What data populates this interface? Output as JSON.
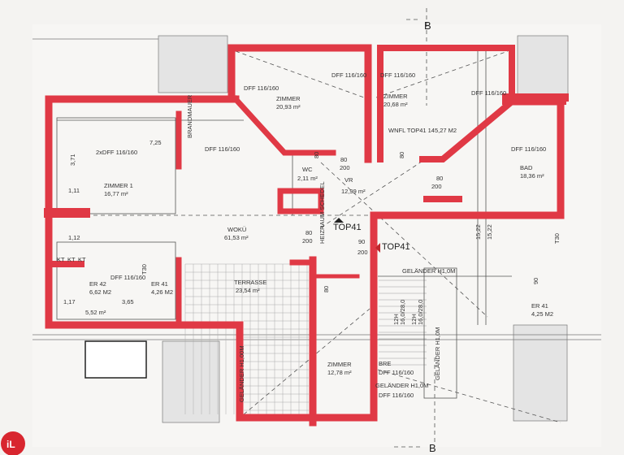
{
  "plan": {
    "section_marker": "B",
    "logo_text": "iL",
    "rooms": {
      "zimmer_a": {
        "name": "ZIMMER",
        "area": "20,93 m²"
      },
      "zimmer_b": {
        "name": "ZIMMER",
        "area": "20,68 m²"
      },
      "zimmer_1": {
        "name": "ZIMMER 1",
        "area": "16,77 m²"
      },
      "wc": {
        "name": "WC",
        "area": "2,11 m²"
      },
      "vr": {
        "name": "VR",
        "area": "12,99 m²"
      },
      "bad": {
        "name": "BAD",
        "area": "18,36 m²"
      },
      "woku": {
        "name": "WOKÜ",
        "area": "61,53 m²"
      },
      "terrasse": {
        "name": "TERRASSE",
        "area": "23,54 m²"
      },
      "zimmer_c": {
        "name": "ZIMMER",
        "area": "12,78 m²"
      },
      "er42": {
        "name": "ER 42",
        "area": "6,62 M2"
      },
      "er41_left": {
        "name": "ER 41",
        "area": "4,26 M2"
      },
      "er41_right": {
        "name": "ER 41",
        "area": "4,25 M2"
      },
      "bre": {
        "name": "BRE"
      },
      "heizraum": {
        "name": "HEIZRAUM SCHEDEL"
      }
    },
    "wnfl": "WNFL TOP41 145,27 M2",
    "top_labels": [
      "TOP41",
      "TOP41"
    ],
    "windows": {
      "dff": "DFF 116/160",
      "dff2x": "2xDFF 116/160"
    },
    "walls_labels": {
      "brandmauer": "BRANDMAUER"
    },
    "railings": {
      "h1": "GELÄNDER H1,0M",
      "h1_terr": "GELÄNDER H1,00M",
      "h1_right": "GELÄNDER H1,0M",
      "h1_bottom": "GELÄNDER H1,0M"
    },
    "doors": {
      "w80": "80",
      "w90": "90",
      "h200": "200"
    },
    "dims": {
      "d725": "7,25",
      "d371": "3,71",
      "d111": "1,11",
      "d112": "1,12",
      "d117": "1,17",
      "d365": "3,65",
      "d552": "5,52 m²",
      "d1522": "15,22"
    },
    "stairs": {
      "steps": "12H",
      "rise": "16,0/28,0"
    },
    "misc": {
      "kt": "KT",
      "t30": "T30"
    }
  }
}
